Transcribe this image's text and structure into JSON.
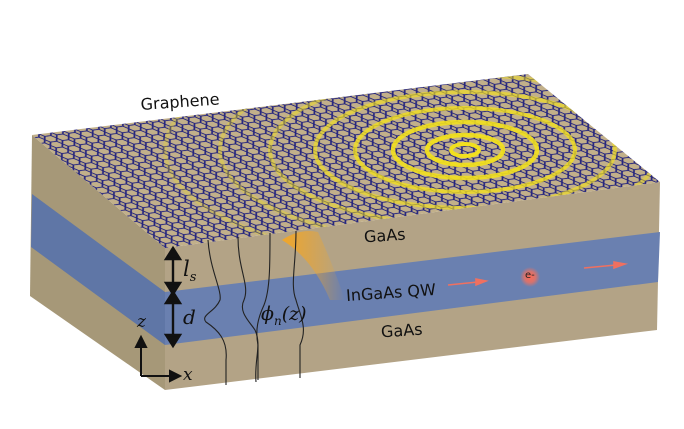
{
  "figure": {
    "description": "3D schematic of graphene on GaAs / InGaAs quantum well / GaAs heterostructure with plasmon ripples",
    "labels": {
      "graphene": "Graphene",
      "gaas_top": "GaAs",
      "quantum_well": "InGaAs QW",
      "gaas_bottom": "GaAs",
      "electron": "e-",
      "spacer_thickness": "l",
      "spacer_thickness_sub": "s",
      "well_width": "d",
      "wavefunction": "ϕ",
      "wavefunction_sub": "n",
      "wavefunction_arg": "(z)",
      "axis_z": "z",
      "axis_x": "x"
    },
    "colors": {
      "substrate": "#b3a386",
      "substrate_side": "#a69878",
      "quantum_well": "#6a80b0",
      "quantum_well_side": "#5f76a6",
      "graphene_bonds": "#1f1f7a",
      "plasmon_rings": "#f2e01e",
      "emission_glow": "#f5a623",
      "electron": "#f05a4a",
      "motion_arrow": "#f07060",
      "text": "#111111"
    },
    "layers": [
      {
        "name": "GaAs",
        "role": "spacer",
        "symbol": "l_s"
      },
      {
        "name": "InGaAs QW",
        "role": "quantum well",
        "symbol": "d"
      },
      {
        "name": "GaAs",
        "role": "substrate"
      }
    ]
  }
}
